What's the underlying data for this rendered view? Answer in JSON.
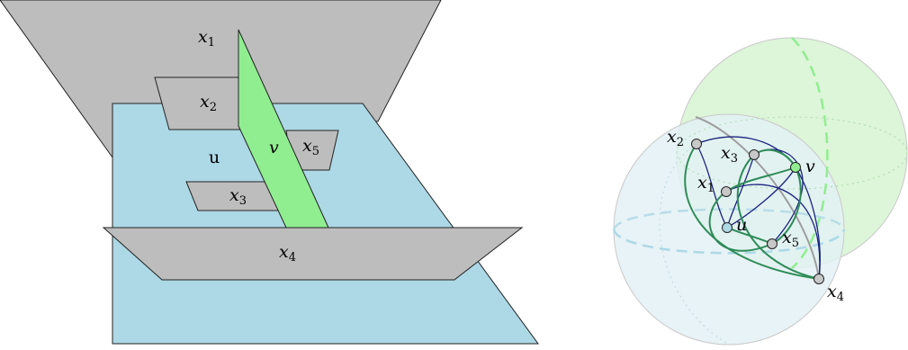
{
  "left_figure": {
    "labels": {
      "x1": {
        "base": "x",
        "sub": "1"
      },
      "x2": {
        "base": "x",
        "sub": "2"
      },
      "x3": {
        "base": "x",
        "sub": "3"
      },
      "x4": {
        "base": "x",
        "sub": "4"
      },
      "x5": {
        "base": "x",
        "sub": "5"
      },
      "u": "u",
      "v": "v"
    }
  },
  "right_figure": {
    "labels": {
      "x1": {
        "base": "x",
        "sub": "1"
      },
      "x2": {
        "base": "x",
        "sub": "2"
      },
      "x3": {
        "base": "x",
        "sub": "3"
      },
      "x4": {
        "base": "x",
        "sub": "4"
      },
      "x5": {
        "base": "x",
        "sub": "5"
      },
      "u": "u",
      "v": "v"
    }
  },
  "colors": {
    "gray_region": "#bdbdbd",
    "blue_plane": "#add8e6",
    "green_plane": "#90ee90",
    "sphere_blue": "#e3f1f5",
    "sphere_green": "#d7f3d2",
    "curve_dark_blue": "#1a237e",
    "curve_green": "#2e8b57",
    "u_node": "#add8e6",
    "v_node": "#90ee90",
    "gray_node": "#c8c8c8"
  }
}
